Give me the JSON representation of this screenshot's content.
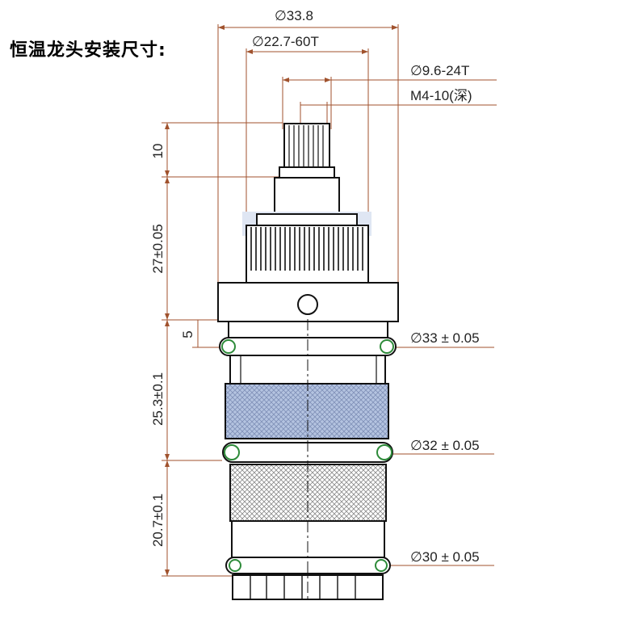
{
  "title": "恒温龙头安装尺寸:",
  "colors": {
    "dimension_line": "#a0522d",
    "outline": "#111111",
    "blue_band": "#a9b8d8",
    "oring": "#2e8b3a"
  },
  "diameters": {
    "overall": "∅33.8",
    "knurl": "∅22.7-60T",
    "spline": "∅9.6-24T",
    "thread": "M4-10(深)",
    "d33": "∅33  ± 0.05",
    "d32": "∅32  ± 0.05",
    "d30": "∅30  ± 0.05"
  },
  "lengths": {
    "stem": "10",
    "upper": "27±0.05",
    "groove": "5",
    "middle": "25.3±0.1",
    "lower": "20.7±0.1"
  }
}
